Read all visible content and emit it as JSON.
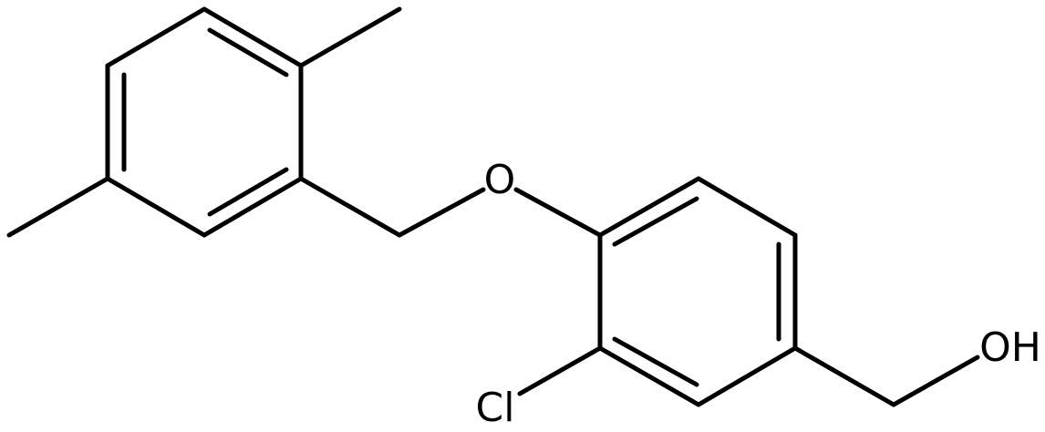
{
  "molecule": {
    "atom_labels": {
      "oxygen_ether": "O",
      "chlorine": "Cl",
      "hydroxyl": "OH"
    },
    "colors": {
      "bond": "#000000",
      "label": "#000000",
      "background": "#ffffff"
    }
  }
}
